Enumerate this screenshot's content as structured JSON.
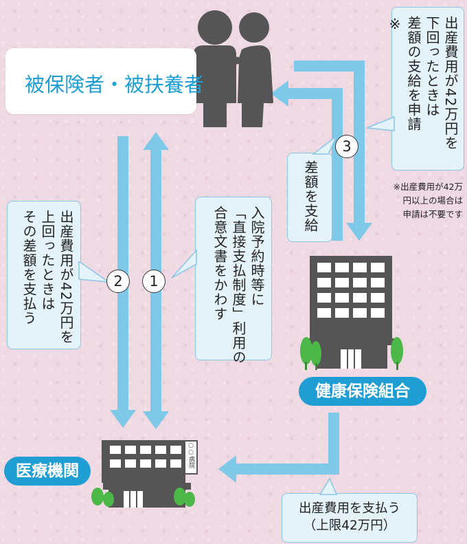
{
  "insured_label": "被保険者・被扶養者",
  "insurer_label": "健康保険組合",
  "hospital_label": "医療機関",
  "hospital_sign": "○○病院",
  "step1": {
    "number": "1",
    "text": "入院予約時等に\n「直接支払制度」利用の\n合意文書をかわす"
  },
  "step2": {
    "number": "2",
    "text": "出産費用が42万円を\n上回ったときは\nその差額を支払う"
  },
  "step3": {
    "number": "3",
    "apply_text": "出産費用が42万円を\n下回ったときは\n差額の支給を申請\n※",
    "pay_text": "差額を支給"
  },
  "payment_text_line1": "出産費用を支払う",
  "payment_text_line2": "（上限42万円）",
  "footnote_lines": [
    "※出産費用が42万",
    "円以上の場合は",
    "申請は不要です"
  ],
  "colors": {
    "background": "#efd9e2",
    "arrow": "#7ec8e8",
    "accent": "#1f9ed3",
    "building": "#555555",
    "tree": "#4cb848"
  }
}
